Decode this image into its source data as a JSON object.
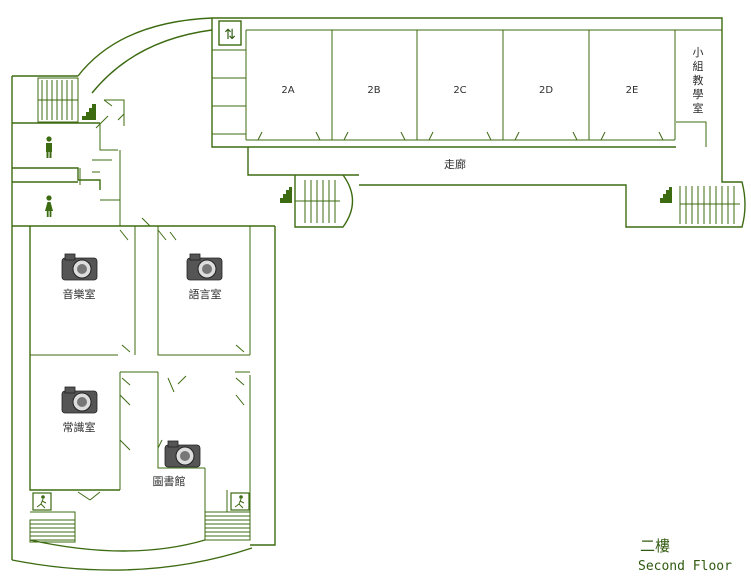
{
  "rooms": {
    "r2a": "2A",
    "r2b": "2B",
    "r2c": "2C",
    "r2d": "2D",
    "r2e": "2E",
    "small_group": [
      "小",
      "組",
      "教",
      "學",
      "室"
    ],
    "corridor": "走廊",
    "music": "音樂室",
    "language": "語言室",
    "general": "常識室",
    "library": "圖書館"
  },
  "floor": {
    "name_cn": "二樓",
    "name_en": "Second Floor"
  },
  "icons": {
    "camera": "camera-icon",
    "elevator": "elevator-icon",
    "male_restroom": "male-restroom-icon",
    "female_restroom": "female-restroom-icon",
    "emergency_exit": "emergency-exit-icon",
    "stairs": "stairs-icon"
  },
  "colors": {
    "walls": "#3d6b12",
    "labels": "#2f2f2f",
    "floor_title": "#2f5a0f"
  }
}
